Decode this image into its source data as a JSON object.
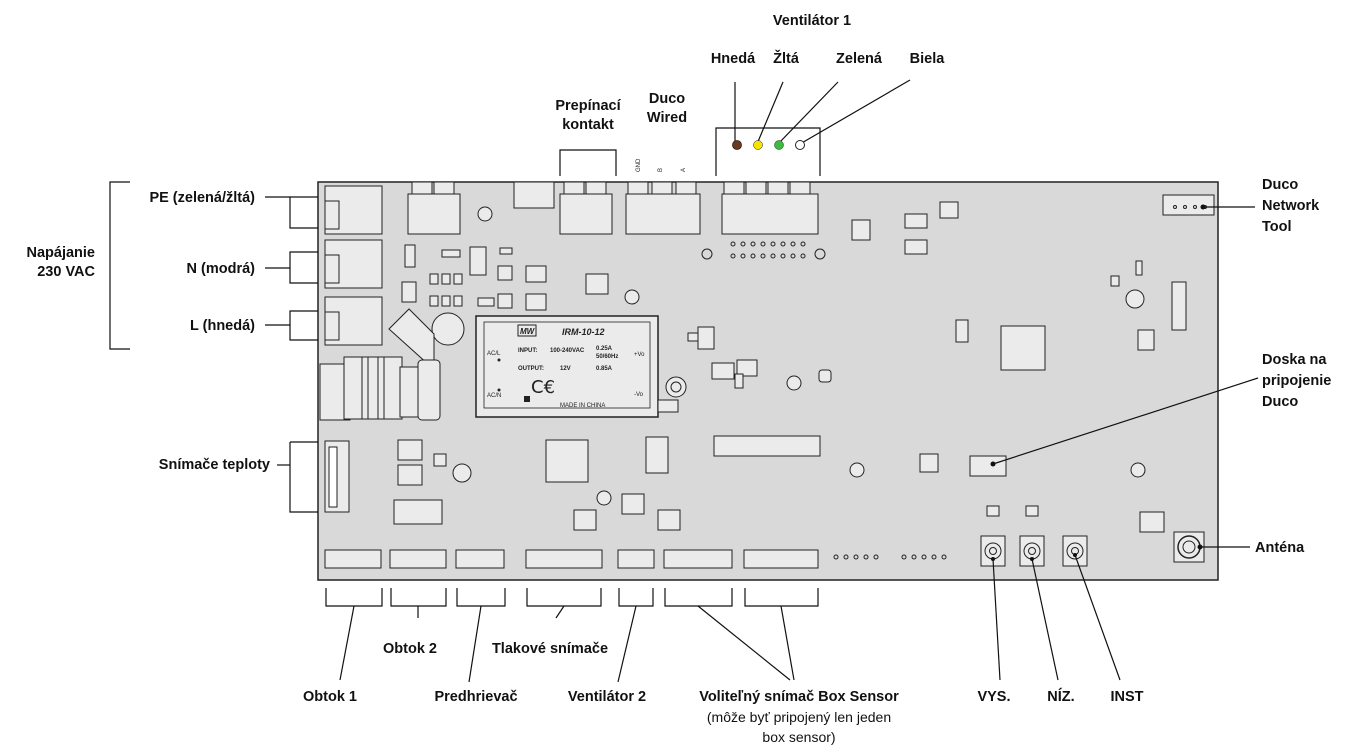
{
  "labels": {
    "napajanie_line1": "Napájanie",
    "napajanie_line2": "230 VAC",
    "pe": "PE (zelená/žltá)",
    "n": "N (modrá)",
    "l": "L (hnedá)",
    "snimace_teploty": "Snímače teploty",
    "prepinaci_line1": "Prepínací",
    "prepinaci_line2": "kontakt",
    "duco_wired_line1": "Duco",
    "duco_wired_line2": "Wired",
    "ventilator1": "Ventilátor 1",
    "hneda": "Hnedá",
    "zlta": "Žltá",
    "zelena": "Zelená",
    "biela": "Biela",
    "network_line1": "Duco",
    "network_line2": "Network",
    "network_line3": "Tool",
    "doska_line1": "Doska na",
    "doska_line2": "pripojenie",
    "doska_line3": "Duco",
    "antena": "Anténa",
    "obtok1": "Obtok 1",
    "obtok2": "Obtok 2",
    "predhrievac": "Predhrievač",
    "tlakove": "Tlakové snímače",
    "ventilator2": "Ventilátor 2",
    "volitelny": "Voliteľný snímač Box Sensor",
    "volitelny_note1": "(môže byť pripojený len jeden",
    "volitelny_note2": "box sensor)",
    "vys": "VYS.",
    "niz": "NÍZ.",
    "inst": "INST"
  },
  "board_text": {
    "gnd": "GND",
    "b": "B",
    "a": "A",
    "mw": "MW",
    "module_model": "IRM-10-12",
    "input": "INPUT:",
    "input_val": "100-240VAC",
    "input_cur": "0.25A",
    "input_freq": "50/60Hz",
    "output": "OUTPUT:",
    "output_v": "12V",
    "output_a": "0.85A",
    "acl": "AC/L",
    "acn": "AC/N",
    "plus_vo": "+Vo",
    "minus_vo": "-Vo",
    "made_in": "MADE IN CHINA"
  },
  "wire_colors": {
    "brown": "#6b3a1e",
    "yellow": "#f5e400",
    "green": "#3dbb3d",
    "white": "#ffffff"
  },
  "colors": {
    "board": "#d9d9d9",
    "component": "#ebebeb",
    "outline": "#222222"
  }
}
